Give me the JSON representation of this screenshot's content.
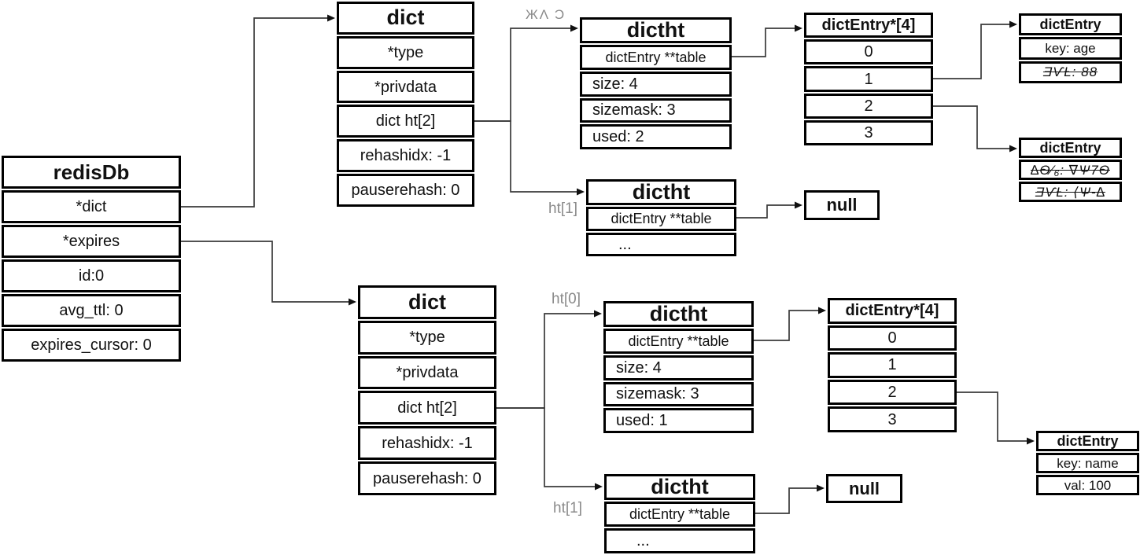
{
  "colors": {
    "background": "#ffffff",
    "box_border": "#000000",
    "text": "#111111",
    "wire": "#3a3a3a",
    "pointer_label": "#8a8a8a"
  },
  "pointer_labels": {
    "ht0_top_garbled": "ЖΛ Ɔ",
    "ht1_top": "ht[1]",
    "ht0_bottom": "ht[0]",
    "ht1_bottom": "ht[1]"
  },
  "boxes": {
    "redisdb": {
      "title": "redisDb",
      "rows": [
        "*dict",
        "*expires",
        "id:0",
        "avg_ttl: 0",
        "expires_cursor: 0"
      ]
    },
    "dict_top": {
      "title": "dict",
      "rows": [
        "*type",
        "*privdata",
        "dict ht[2]",
        "rehashidx: -1",
        "pauserehash: 0"
      ]
    },
    "dictht_top": {
      "title": "dictht",
      "rows": [
        "dictEntry **table",
        "size: 4",
        "sizemask: 3",
        "used: 2"
      ]
    },
    "array_top": {
      "title": "dictEntry*[4]",
      "rows": [
        "0",
        "1",
        "2",
        "3"
      ]
    },
    "entry_age": {
      "title": "dictEntry",
      "rows": [
        "key: age",
        "ƎѴȽ: 88"
      ]
    },
    "entry_garbled": {
      "title": "dictEntry",
      "rows": [
        "∆Ѳ⁄₆: ∇Ѱ7Ѳ",
        "ƎѴȽ: ⟨Ѱ-∆"
      ]
    },
    "dictht_ht1_top": {
      "title": "dictht",
      "rows": [
        "dictEntry **table",
        "..."
      ]
    },
    "null_top": {
      "title": "null"
    },
    "dict_bottom": {
      "title": "dict",
      "rows": [
        "*type",
        "*privdata",
        "dict ht[2]",
        "rehashidx: -1",
        "pauserehash: 0"
      ]
    },
    "dictht_bottom": {
      "title": "dictht",
      "rows": [
        "dictEntry **table",
        "size: 4",
        "sizemask: 3",
        "used: 1"
      ]
    },
    "array_bottom": {
      "title": "dictEntry*[4]",
      "rows": [
        "0",
        "1",
        "2",
        "3"
      ]
    },
    "entry_name": {
      "title": "dictEntry",
      "rows": [
        "key: name",
        "val: 100"
      ]
    },
    "dictht_ht1_bottom": {
      "title": "dictht",
      "rows": [
        "dictEntry **table",
        "..."
      ]
    },
    "null_bottom": {
      "title": "null"
    }
  }
}
